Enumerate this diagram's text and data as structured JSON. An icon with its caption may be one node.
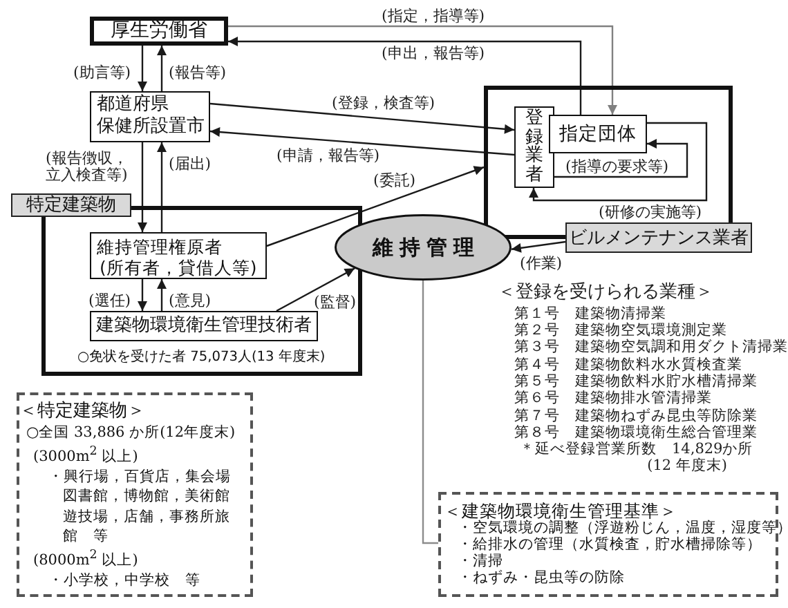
{
  "diagram": {
    "nodes": [
      {
        "text": [
          "厚生労働省"
        ]
      },
      {
        "text": [
          "都道府県",
          "保健所設置市"
        ]
      },
      {
        "text": [
          "ビルメンテナンス業者"
        ]
      },
      {
        "text": [
          "登録業者"
        ],
        "in": 2
      },
      {
        "text": [
          "指定団体"
        ],
        "in": 2
      },
      {
        "text": [
          "特定建築物"
        ]
      },
      {
        "text": [
          "維持管理権原者",
          "(所有者，貸借人等)"
        ],
        "in": 5
      },
      {
        "text": [
          "建築物環境衛生管理技術者"
        ],
        "in": 5,
        "beside": [
          "○免状を受けた者 75,073人(13 年度末)"
        ]
      },
      {
        "text": [
          "維持管理"
        ]
      },
      {
        "text": [
          "＜特定建築物＞",
          "○全国 33,886 か所(12年度末)",
          "(3000m$^{2}$ 以上)",
          "・興行場，百貨店，集会場図書館，博物館，美術館遊技場，店舗，事務所旅館　等",
          "(8000m$^{2}$ 以上)",
          "・小学校，中学校　等"
        ]
      },
      {
        "text": [
          "＜建築物環境衛生管理基準＞",
          "・空気環境の調整（浮遊粉じん，温度，湿度等）",
          "・給排水の管理（水質検査，貯水槽掃除等）",
          "・清掃",
          "・ねずみ・昆虫等の防除"
        ]
      }
    ],
    "edges": [
      {
        "from": 0,
        "to": 1,
        "arrow": "to",
        "label": "(助言等)"
      },
      {
        "from": 1,
        "to": 0,
        "arrow": "to",
        "label": "(報告等)"
      },
      {
        "from": 0,
        "to": 4,
        "arrow": "to",
        "label": "(指定，指導等)",
        "color": "#808080"
      },
      {
        "from": 4,
        "to": 0,
        "arrow": "to",
        "label": "(申出，報告等)"
      },
      {
        "from": 1,
        "to": 3,
        "arrow": "to",
        "label": "(登録，検査等)"
      },
      {
        "from": 3,
        "to": 1,
        "arrow": "to",
        "label": "(申請，報告等)"
      },
      {
        "from": 3,
        "to": 4,
        "arrow": "to",
        "label": "(指導の要求等)"
      },
      {
        "from": 4,
        "to": 3,
        "arrow": "to",
        "label": "(研修の実施等)"
      },
      {
        "from": 1,
        "to": 6,
        "arrow": "to",
        "label": "(報告徴収，立入検査等)"
      },
      {
        "from": 6,
        "to": 1,
        "arrow": "to",
        "label": "(届出)"
      },
      {
        "from": 6,
        "to": 2,
        "arrow": "to",
        "label": "(委託)"
      },
      {
        "from": 6,
        "to": 7,
        "arrow": "to",
        "label": "(選任)"
      },
      {
        "from": 7,
        "to": 6,
        "arrow": "to",
        "label": "(意見)"
      },
      {
        "from": 7,
        "to": 8,
        "arrow": "to",
        "label": "(監督)"
      },
      {
        "from": 2,
        "to": 8,
        "arrow": "to",
        "label": "(作業)"
      },
      {
        "from": 8,
        "to": 10,
        "arrow": "none",
        "color": "#8c8c8c"
      }
    ],
    "labels": [
      "＜登録を受けられる業種＞",
      "第１号　建築物清掃業",
      "第２号　建築物空気環境測定業",
      "第３号　建築物空気調和用ダクト清掃業",
      "第４号　建築物飲料水水質検査業",
      "第５号　建築物飲料水貯水槽清掃業",
      "第６号　建築物排水管清掃業",
      "第７号　建築物ねずみ昆虫等防除業",
      "第８号　建築物環境衛生総合管理業",
      "＊延べ登録営業所数　14,829か所",
      "(12 年度末)"
    ]
  }
}
